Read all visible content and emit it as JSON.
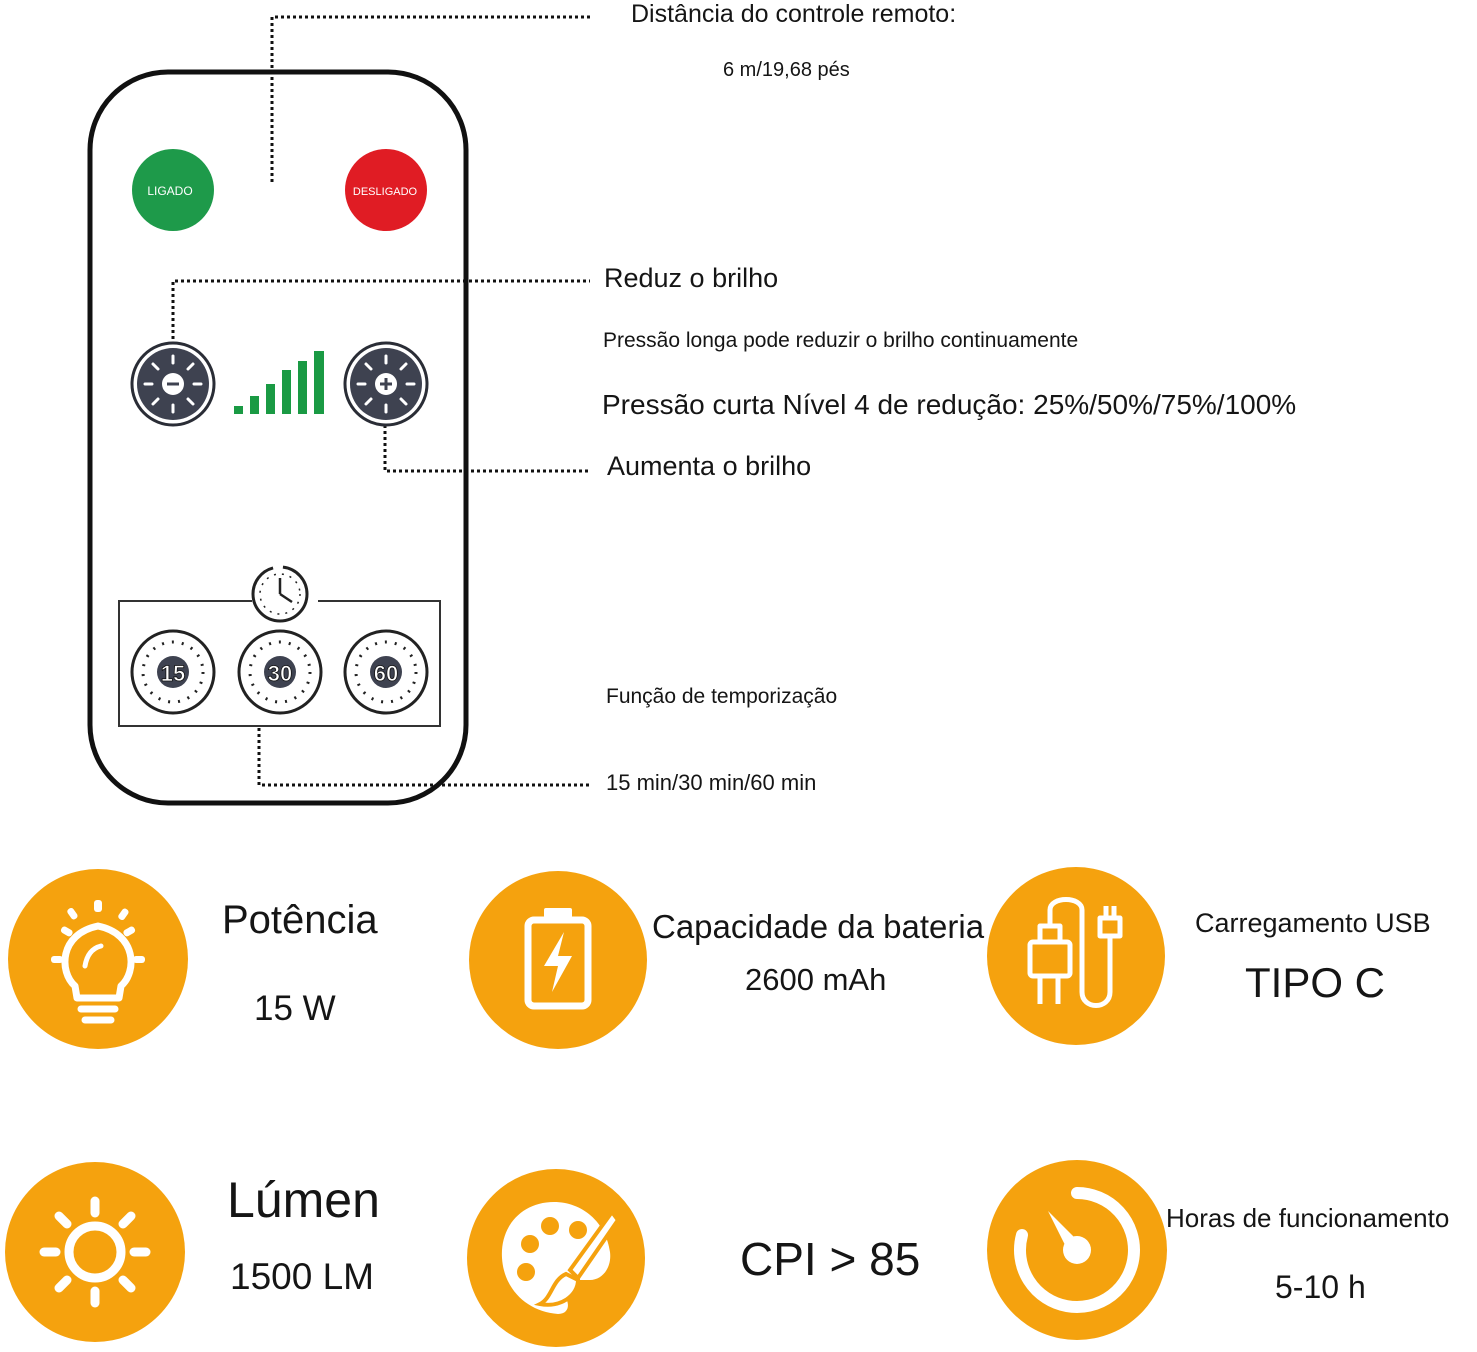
{
  "remote": {
    "on_label": "LIGADO",
    "off_label": "DESLIGADO",
    "timer_options": [
      "15",
      "30",
      "60"
    ]
  },
  "annotations": {
    "distance_title": "Distância do controle remoto:",
    "distance_value": "6 m/19,68 pés",
    "reduce_title": "Reduz o brilho",
    "reduce_long_press": "Pressão longa pode reduzir o brilho continuamente",
    "reduce_short_press": "Pressão curta Nível 4 de redução: 25%/50%/75%/100%",
    "increase_title": "Aumenta o brilho",
    "timer_title": "Função de temporização",
    "timer_values": "15 min/30 min/60 min"
  },
  "specs": {
    "power": {
      "label": "Potência",
      "value": "15 W",
      "icon": "lightbulb-icon"
    },
    "battery": {
      "label": "Capacidade da bateria",
      "value": "2600 mAh",
      "icon": "battery-charging-icon"
    },
    "usb": {
      "label": "Carregamento USB",
      "value": "TIPO C",
      "icon": "usb-charger-icon"
    },
    "lumen": {
      "label": "Lúmen",
      "value": "1500 LM",
      "icon": "sun-icon"
    },
    "cri": {
      "value": "CPI > 85",
      "icon": "palette-icon"
    },
    "hours": {
      "label": "Horas de funcionamento",
      "value": "5-10 h",
      "icon": "timer-dial-icon"
    }
  },
  "colors": {
    "orange": "#F5A20E",
    "on_green": "#1E9A4A",
    "off_red": "#E01C24",
    "button_dark": "#3E4250",
    "bars_green": "#1A9A44"
  }
}
